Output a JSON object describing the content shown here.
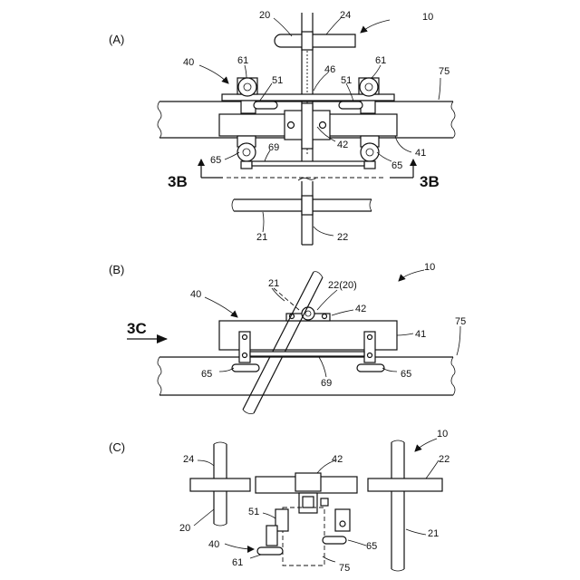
{
  "panels": {
    "a": {
      "title": "(A)",
      "labels": {
        "l20": "20",
        "l24": "24",
        "l10": "10",
        "l40": "40",
        "l61a": "61",
        "l61b": "61",
        "l46": "46",
        "l75": "75",
        "l51a": "51",
        "l51b": "51",
        "l42": "42",
        "l41": "41",
        "l69": "69",
        "l65a": "65",
        "l65b": "65",
        "l21": "21",
        "l22": "22"
      },
      "section_marks": {
        "left": "3B",
        "right": "3B"
      }
    },
    "b": {
      "title": "(B)",
      "labels": {
        "l21": "21",
        "l22": "22(20)",
        "l10": "10",
        "l40": "40",
        "l42": "42",
        "l41": "41",
        "l75": "75",
        "l65a": "65",
        "l69": "69",
        "l65b": "65"
      },
      "section_mark": "3C"
    },
    "c": {
      "title": "(C)",
      "labels": {
        "l10": "10",
        "l24": "24",
        "l42": "42",
        "l22": "22",
        "l51": "51",
        "l20": "20",
        "l21": "21",
        "l40": "40",
        "l65": "65",
        "l61": "61",
        "l75": "75"
      }
    }
  }
}
